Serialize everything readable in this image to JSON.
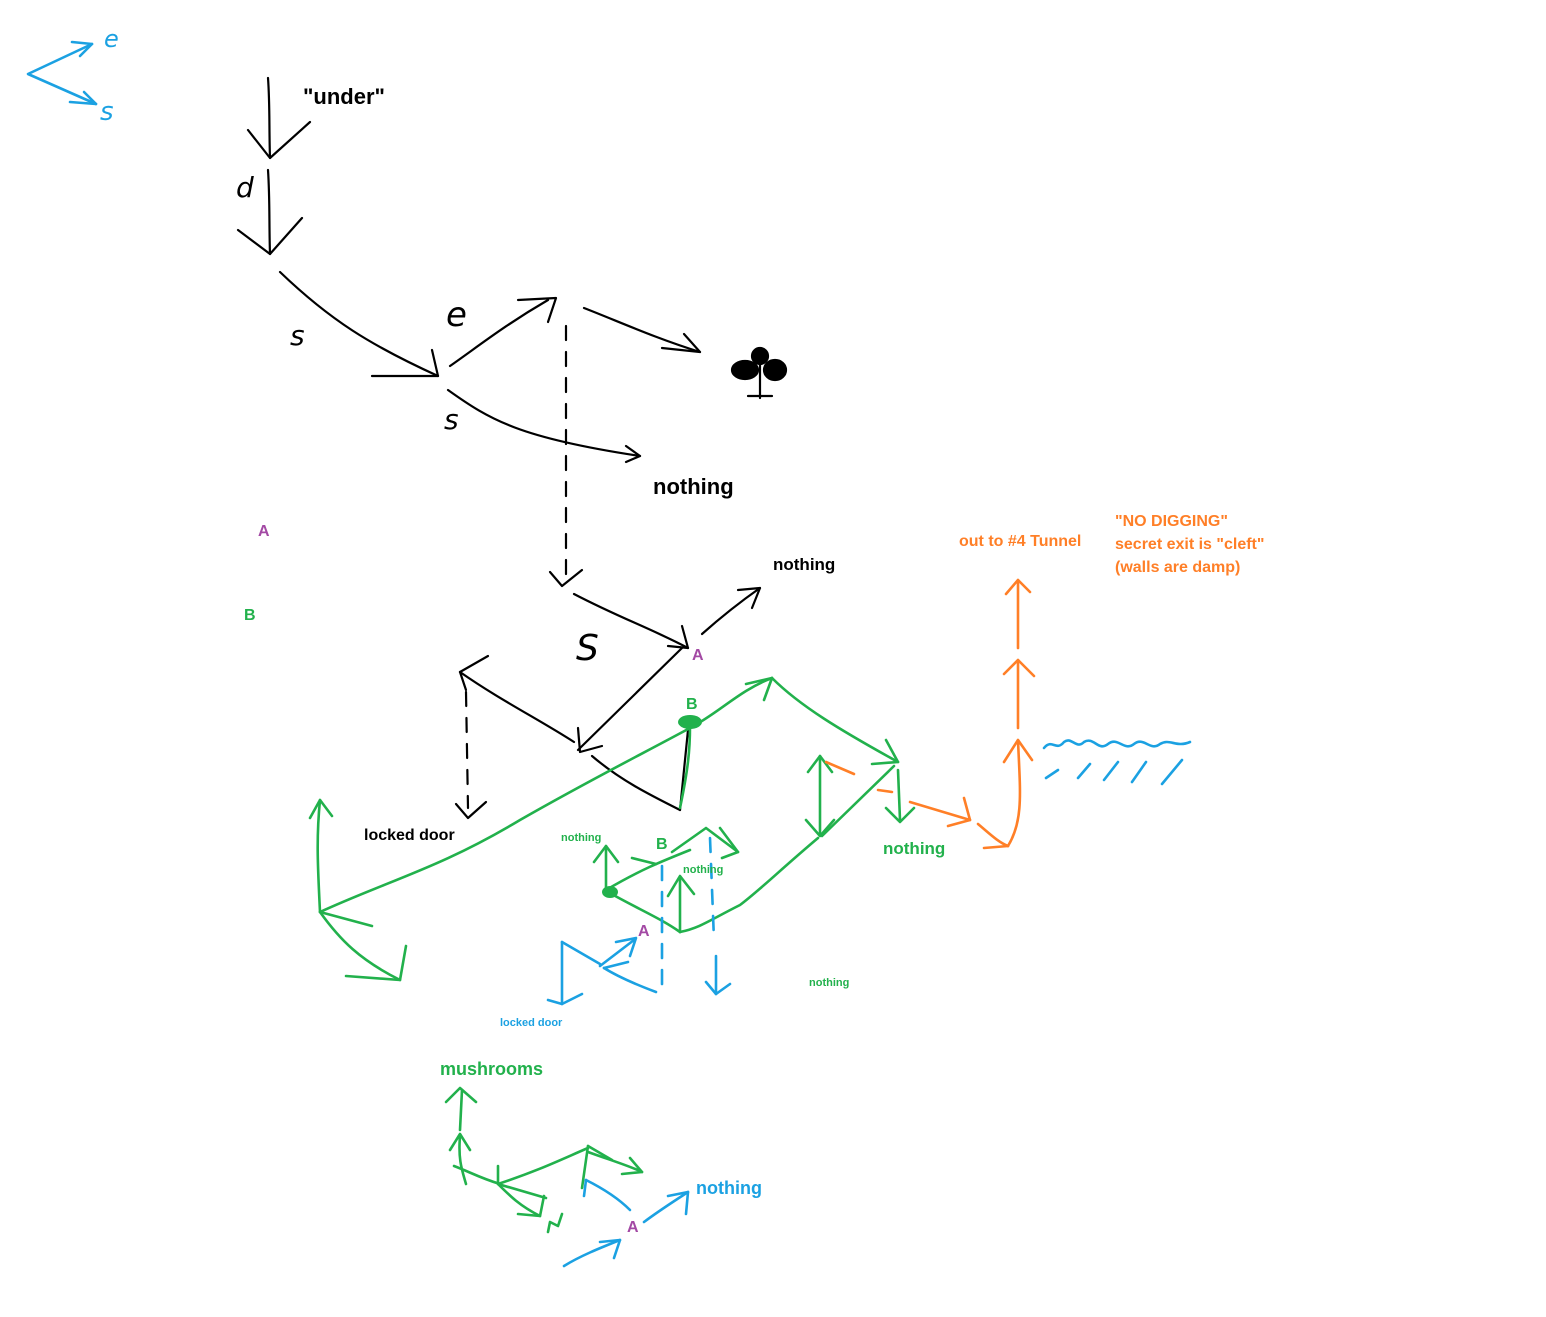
{
  "colors": {
    "black": "#000000",
    "green": "#22b14c",
    "cyan": "#1ba1e2",
    "orange": "#ff7f27",
    "purple": "#a349a4",
    "background": "#ffffff"
  },
  "compass": {
    "east": "e",
    "south": "s"
  },
  "path_letters": {
    "down": "d",
    "south_1": "s",
    "east": "e",
    "south_2": "s",
    "south_3": "S"
  },
  "labels": {
    "under": "\"under\"",
    "nothing_main": "nothing",
    "nothing_upper_right": "nothing",
    "locked_door_black": "locked door",
    "legend_a": "A",
    "legend_b": "B",
    "node_a_main": "A",
    "node_b_main": "B",
    "nothing_green_right": "nothing",
    "nothing_green_small_left": "nothing",
    "node_b_small": "B",
    "nothing_green_small_center": "nothing",
    "node_a_small": "A",
    "locked_door_cyan": "locked door",
    "nothing_green_tiny": "nothing",
    "mushrooms": "mushrooms",
    "nothing_cyan": "nothing",
    "node_a_bottom": "A",
    "out_to_tunnel": "out to #4 Tunnel",
    "no_digging": "\"NO DIGGING\"",
    "secret_exit": "secret exit is \"cleft\"",
    "walls_damp": "(walls are damp)"
  },
  "icons": [
    "flower-icon",
    "water-icon"
  ]
}
